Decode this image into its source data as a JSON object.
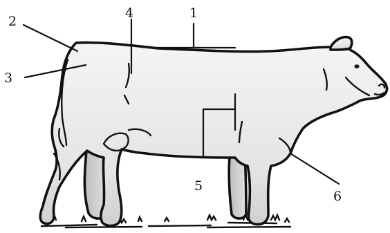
{
  "diagram": {
    "callouts": [
      {
        "id": "1",
        "label": "1"
      },
      {
        "id": "2",
        "label": "2"
      },
      {
        "id": "3",
        "label": "3"
      },
      {
        "id": "4",
        "label": "4"
      },
      {
        "id": "5",
        "label": "5"
      },
      {
        "id": "6",
        "label": "6"
      }
    ],
    "colors": {
      "body_fill_light": "#f4f4f4",
      "body_fill_dark": "#c9c9c9",
      "outline": "#111111",
      "background": "#ffffff"
    }
  }
}
